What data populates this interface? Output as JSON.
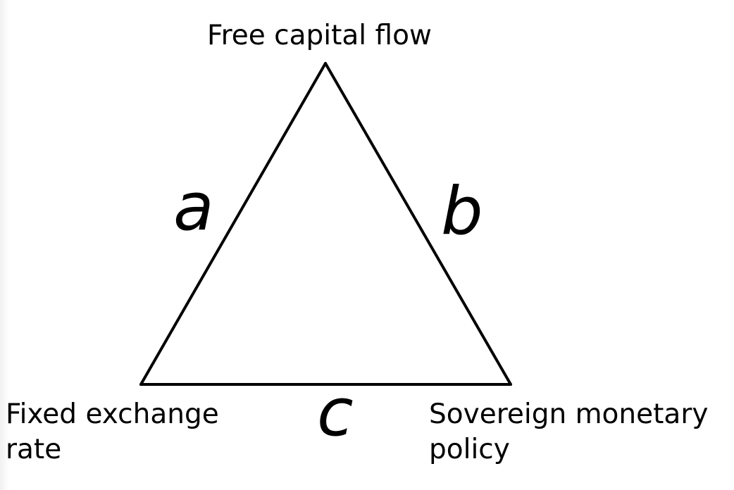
{
  "diagram": {
    "vertices": {
      "top": "Free capital flow",
      "bottom_left": [
        "Fixed exchange",
        "rate"
      ],
      "bottom_right": [
        "Sovereign monetary",
        "policy"
      ]
    },
    "sides": {
      "left": "a",
      "right": "b",
      "bottom": "c"
    },
    "colors": {
      "stroke": "#000000",
      "background": "#ffffff"
    }
  }
}
